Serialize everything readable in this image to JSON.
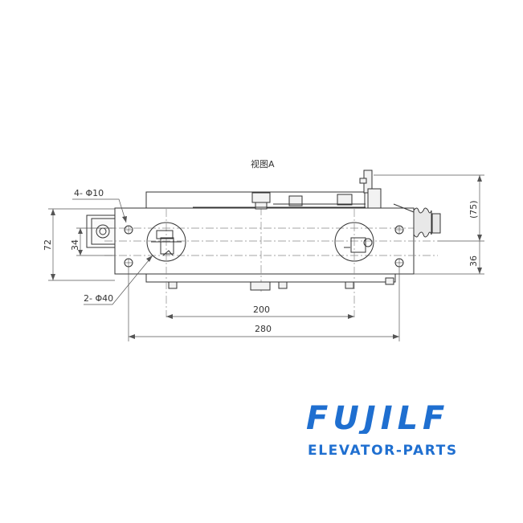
{
  "drawing": {
    "view_title": "视图A",
    "dimensions": {
      "overall_height": "72",
      "center_height": "34",
      "top_right": "(75)",
      "right_lower": "36",
      "center_spacing": "200",
      "overall_width": "280"
    },
    "callouts": {
      "small_holes": "4- Φ10",
      "large_holes": "2- Φ40"
    }
  },
  "brand": {
    "name": "FUJILF",
    "tagline": "ELEVATOR-PARTS",
    "color": "#1f6fd0"
  }
}
